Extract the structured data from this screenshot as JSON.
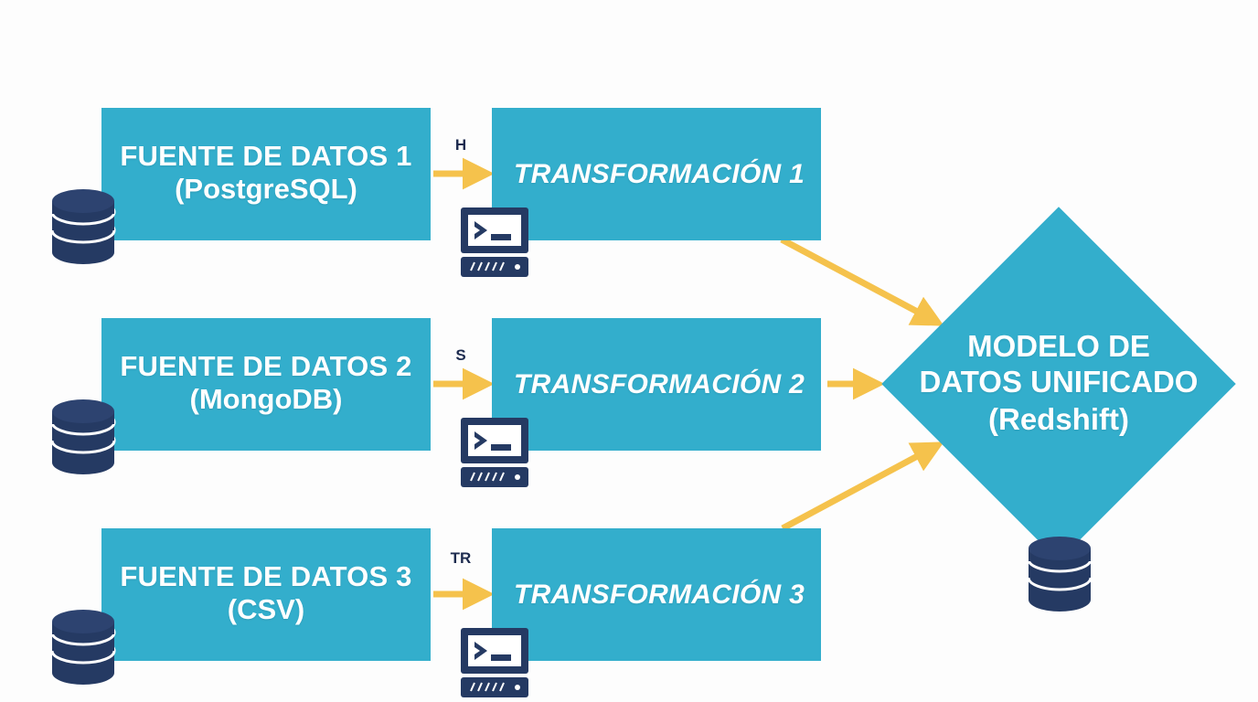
{
  "colors": {
    "node_fill": "#33aecc",
    "icon_navy": "#253a63",
    "arrow_amber": "#f5c24c",
    "text_white": "#ffffff",
    "background": "#fdfdfd",
    "label_navy": "#1d2b4f"
  },
  "sources": [
    {
      "title": "FUENTE DE DATOS 1",
      "subtitle": "(PostgreSQL)",
      "icon": "database-cylinder-icon"
    },
    {
      "title": "FUENTE DE DATOS 2",
      "subtitle": "(MongoDB)",
      "icon": "database-cylinder-icon"
    },
    {
      "title": "FUENTE DE DATOS 3",
      "subtitle": "(CSV)",
      "icon": "database-cylinder-icon"
    }
  ],
  "transformations": [
    {
      "title": "TRANSFORMACIÓN 1",
      "icon": "terminal-server-icon"
    },
    {
      "title": "TRANSFORMACIÓN 2",
      "icon": "terminal-server-icon"
    },
    {
      "title": "TRANSFORMACIÓN 3",
      "icon": "terminal-server-icon"
    }
  ],
  "edge_labels": [
    "H",
    "S",
    "TR"
  ],
  "target": {
    "line1": "MODELO DE",
    "line2": "DATOS UNIFICADO",
    "line3": "(Redshift)",
    "icon": "database-cylinder-icon",
    "shape": "diamond"
  },
  "connectors": [
    {
      "from": "FUENTE DE DATOS 1",
      "to": "TRANSFORMACIÓN 1",
      "label": "H",
      "style": "straight-arrow"
    },
    {
      "from": "FUENTE DE DATOS 2",
      "to": "TRANSFORMACIÓN 2",
      "label": "S",
      "style": "straight-arrow"
    },
    {
      "from": "FUENTE DE DATOS 3",
      "to": "TRANSFORMACIÓN 3",
      "label": "TR",
      "style": "straight-arrow"
    },
    {
      "from": "TRANSFORMACIÓN 1",
      "to": "MODELO DE DATOS UNIFICADO",
      "label": "",
      "style": "diagonal-arrow"
    },
    {
      "from": "TRANSFORMACIÓN 2",
      "to": "MODELO DE DATOS UNIFICADO",
      "label": "",
      "style": "straight-arrow"
    },
    {
      "from": "TRANSFORMACIÓN 3",
      "to": "MODELO DE DATOS UNIFICADO",
      "label": "",
      "style": "diagonal-arrow"
    }
  ]
}
